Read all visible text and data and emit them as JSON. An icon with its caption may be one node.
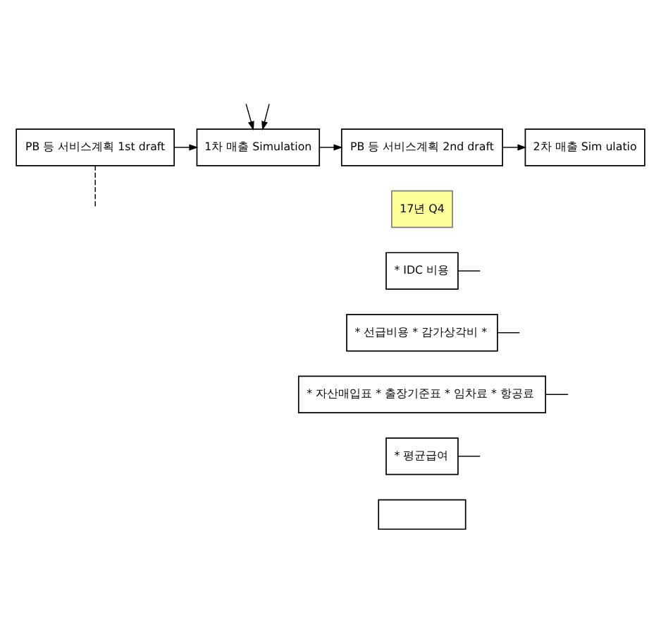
{
  "diagram": {
    "nodes": [
      {
        "text": [
          "PB 등 서비스계획 1st draft"
        ]
      },
      {
        "text": [
          "1차 매출 Simulation"
        ]
      },
      {
        "text": [
          "PB 등 서비스계획 2nd draft"
        ]
      },
      {
        "text": [
          "2차 매출 Sim ulatio"
        ]
      },
      {
        "text": [
          "17년 Q4"
        ]
      },
      {
        "text": [
          "* IDC 비용"
        ]
      },
      {
        "text": [
          "* 선급비용 * 감가상각비 *"
        ]
      },
      {
        "text": [
          "* 자산매입표 * 출장기준표 * 임차료 * 항공료"
        ]
      },
      {
        "text": [
          "* 평균급여"
        ]
      },
      {
        "text": [],
        "shape": "box"
      }
    ],
    "edges": [
      {
        "from": null,
        "to": 1,
        "arrow": "to"
      },
      {
        "from": null,
        "to": 1,
        "arrow": "to"
      },
      {
        "from": 0,
        "to": 1,
        "arrow": "to"
      },
      {
        "from": 1,
        "to": 2,
        "arrow": "to"
      },
      {
        "from": 2,
        "to": 3,
        "arrow": "to"
      },
      {
        "from": 0,
        "to": null,
        "arrow": "none",
        "style": "dashed"
      },
      {
        "from": 5,
        "to": null,
        "arrow": "none"
      },
      {
        "from": 6,
        "to": null,
        "arrow": "none"
      },
      {
        "from": 7,
        "to": null,
        "arrow": "none"
      },
      {
        "from": 8,
        "to": null,
        "arrow": "none"
      }
    ]
  }
}
